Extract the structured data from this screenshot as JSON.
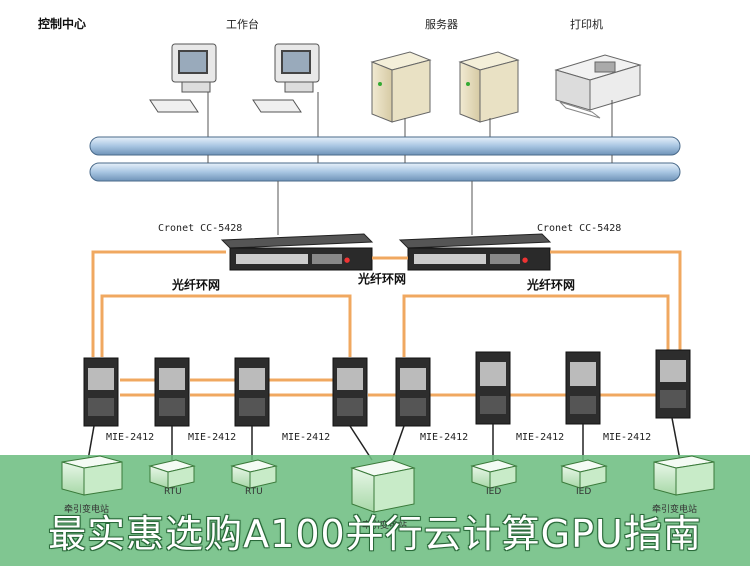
{
  "header": {
    "control_center": "控制中心"
  },
  "devices_top": {
    "workstation": "工作台",
    "server": "服务器",
    "printer": "打印机"
  },
  "core_switches": [
    {
      "label": "Cronet CC-5428"
    },
    {
      "label": "Cronet CC-5428"
    }
  ],
  "ring_labels": {
    "left": "光纤环网",
    "center": "光纤环网",
    "right": "光纤环网"
  },
  "edge_switches": [
    {
      "label": "MIE-2412"
    },
    {
      "label": "MIE-2412"
    },
    {
      "label": "MIE-2412"
    },
    {
      "label": "MIE-2412"
    },
    {
      "label": "MIE-2412"
    },
    {
      "label": "MIE-2412"
    }
  ],
  "field_devices": [
    {
      "label": "牵引变电站"
    },
    {
      "label": "RTU"
    },
    {
      "label": "RTU"
    },
    {
      "label": "牵引变电站"
    },
    {
      "label": "IED"
    },
    {
      "label": "IED"
    },
    {
      "label": "牵引变电站"
    }
  ],
  "banner": {
    "text": "最实惠选购A100并行云计算GPU指南"
  },
  "colors": {
    "fiber": "#f0a860",
    "bus": "#9fc0de",
    "banner": "#6ebe82"
  }
}
